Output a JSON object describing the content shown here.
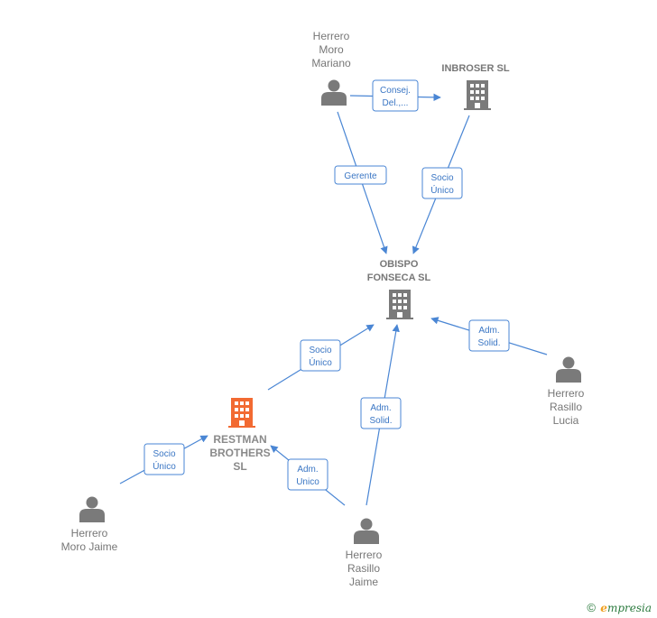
{
  "nodes": {
    "herrero_moro_mariano": {
      "lines": [
        "Herrero",
        "Moro",
        "Mariano"
      ],
      "icon": "person-icon"
    },
    "inbroser": {
      "lines": [
        "INBROSER SL"
      ],
      "icon": "building-icon"
    },
    "obispo": {
      "lines": [
        "OBISPO",
        "FONSECA SL"
      ],
      "icon": "building-icon"
    },
    "restman": {
      "lines": [
        "RESTMAN",
        "BROTHERS",
        "SL"
      ],
      "icon": "building-icon",
      "color": "#f26a32"
    },
    "herrero_rasillo_lucia": {
      "lines": [
        "Herrero",
        "Rasillo",
        "Lucia"
      ],
      "icon": "person-icon"
    },
    "herrero_moro_jaime": {
      "lines": [
        "Herrero",
        "Moro Jaime"
      ],
      "icon": "person-icon"
    },
    "herrero_rasillo_jaime": {
      "lines": [
        "Herrero",
        "Rasillo",
        "Jaime"
      ],
      "icon": "person-icon"
    }
  },
  "edges": {
    "consej": [
      "Consej.",
      "Del.,..."
    ],
    "gerente": [
      "Gerente"
    ],
    "socio_inbroser": [
      "Socio",
      "Único"
    ],
    "adm_solid_lucia": [
      "Adm.",
      "Solid."
    ],
    "socio_restman_obispo": [
      "Socio",
      "Único"
    ],
    "adm_solid_jaime": [
      "Adm.",
      "Solid."
    ],
    "socio_moro_jaime": [
      "Socio",
      "Único"
    ],
    "adm_unico": [
      "Adm.",
      "Unico"
    ]
  },
  "footer": {
    "copyright": "©",
    "brand_first": "e",
    "brand_rest": "mpresia"
  },
  "colors": {
    "edge": "#4a86d4",
    "node": "#7a7a7a",
    "main_company": "#f26a32"
  }
}
